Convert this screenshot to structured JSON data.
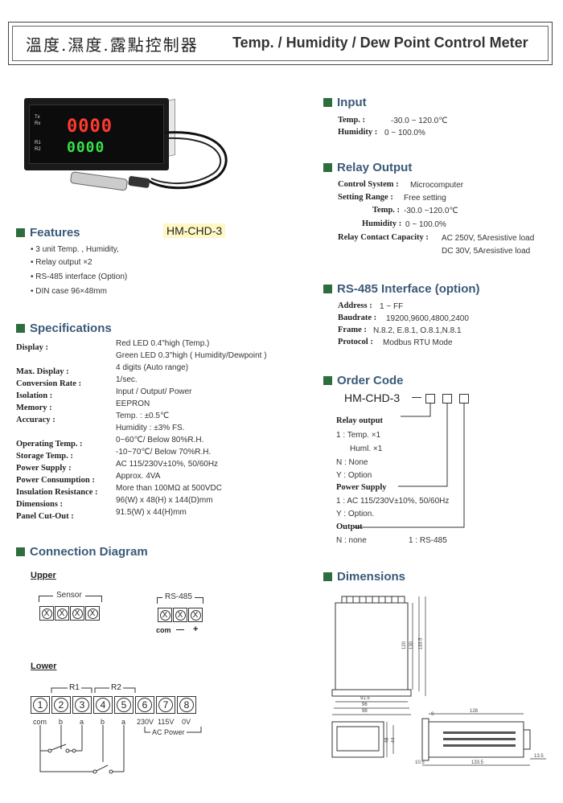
{
  "header": {
    "title_cn": "溫度.濕度.露點控制器",
    "title_en": "Temp. / Humidity / Dew Point  Control Meter"
  },
  "device": {
    "model": "HM-CHD-3",
    "display_top": "0000",
    "display_bottom": "0000",
    "tags": [
      "Tx",
      "Rx",
      "R1",
      "R2"
    ]
  },
  "features": {
    "heading": "Features",
    "items": [
      "3 unit Temp. , Humidity,",
      "Relay output ×2",
      "RS-485 interface (Option)",
      "DIN case 96×48mm"
    ]
  },
  "specifications": {
    "heading": "Specifications",
    "rows": [
      {
        "label": "Display :",
        "value": "Red LED 0.4\"high (Temp.)"
      },
      {
        "label": "",
        "value": "Green LED 0.3\"high ( Humidity/Dewpoint )"
      },
      {
        "label": "Max. Display :",
        "value": "4 digits (Auto range)"
      },
      {
        "label": "Conversion Rate :",
        "value": "1/sec."
      },
      {
        "label": "Isolation :",
        "value": "Input / Output/ Power"
      },
      {
        "label": "Memory :",
        "value": "EEPRON"
      },
      {
        "label": "Accuracy :",
        "value": "Temp. : ±0.5℃"
      },
      {
        "label": "",
        "value": "Humidity : ±3%  FS."
      },
      {
        "label": "Operating Temp. :",
        "value": "0~60℃/ Below 80%R.H."
      },
      {
        "label": "Storage Temp. :",
        "value": "-10~70℃/ Below 70%R.H."
      },
      {
        "label": "Power Supply :",
        "value": "AC 115/230V±10%, 50/60Hz"
      },
      {
        "label": "Power Consumption :",
        "value": "Approx. 4VA"
      },
      {
        "label": "Insulation Resistance :",
        "value": "More than 100MΩ at 500VDC"
      },
      {
        "label": "Dimensions :",
        "value": "96(W) x 48(H) x 144(D)mm"
      },
      {
        "label": "Panel Cut-Out :",
        "value": "91.5(W) x 44(H)mm"
      }
    ]
  },
  "input": {
    "heading": "Input",
    "temp_label": "Temp. :",
    "temp_value": "-30.0 ~ 120.0℃",
    "humidity_label": "Humidity :",
    "humidity_value": "0 ~ 100.0%"
  },
  "relay_output": {
    "heading": "Relay Output",
    "control_label": "Control System :",
    "control_value": "Microcomputer",
    "setting_label": "Setting Range :",
    "setting_value": "Free setting",
    "temp_label": "Temp. :",
    "temp_value": "-30.0 ~120.0℃",
    "humidity_label": "Humidity :",
    "humidity_value": "0 ~ 100.0%",
    "contact_label": "Relay Contact Capacity :",
    "contact_value_1": "AC 250V, 5Aresistive load",
    "contact_value_2": "DC 30V, 5Aresistive load"
  },
  "rs485": {
    "heading": "RS-485 Interface (option)",
    "address_label": "Address :",
    "address_value": "1 ~ FF",
    "baud_label": "Baudrate :",
    "baud_value": "19200,9600,4800,2400",
    "frame_label": "Frame :",
    "frame_value": "N.8.2, E.8.1, O.8.1,N.8.1",
    "protocol_label": "Protocol :",
    "protocol_value": "Modbus RTU Mode"
  },
  "order_code": {
    "heading": "Order Code",
    "model": "HM-CHD-3",
    "relay_heading": "Relay output",
    "relay_1": "1 : Temp. ×1",
    "relay_1b": "Huml. ×1",
    "relay_n": "N : None",
    "relay_y": "Y : Option",
    "power_heading": "Power Supply",
    "power_1": "1 : AC 115/230V±10%, 50/60Hz",
    "power_y": "Y : Option.",
    "output_heading": "Output",
    "output_n": "N : none",
    "output_1": "1 : RS-485"
  },
  "connection": {
    "heading": "Connection  Diagram",
    "upper": "Upper",
    "lower": "Lower",
    "sensor": "Sensor",
    "rs485": "RS-485",
    "rs485_pins": [
      "com",
      "—",
      "+"
    ],
    "r1": "R1",
    "r2": "R2",
    "terminals": [
      "1",
      "2",
      "3",
      "4",
      "5",
      "6",
      "7",
      "8"
    ],
    "term_labels": [
      "com",
      "b",
      "a",
      "b",
      "a",
      "230V",
      "115V",
      "0V"
    ],
    "ac_power": "AC Power",
    "x": "X"
  },
  "dimensions": {
    "heading": "Dimensions",
    "labels": [
      "91.5",
      "96",
      "98",
      "128",
      "120",
      "130",
      "133.5",
      "48",
      "44",
      "9",
      "133.5",
      "10.5",
      "13.5"
    ]
  },
  "colors": {
    "heading_text": "#3a5a78",
    "heading_square": "#2e6e3e",
    "led_red": "#ff3b30",
    "led_green": "#36e04a"
  }
}
